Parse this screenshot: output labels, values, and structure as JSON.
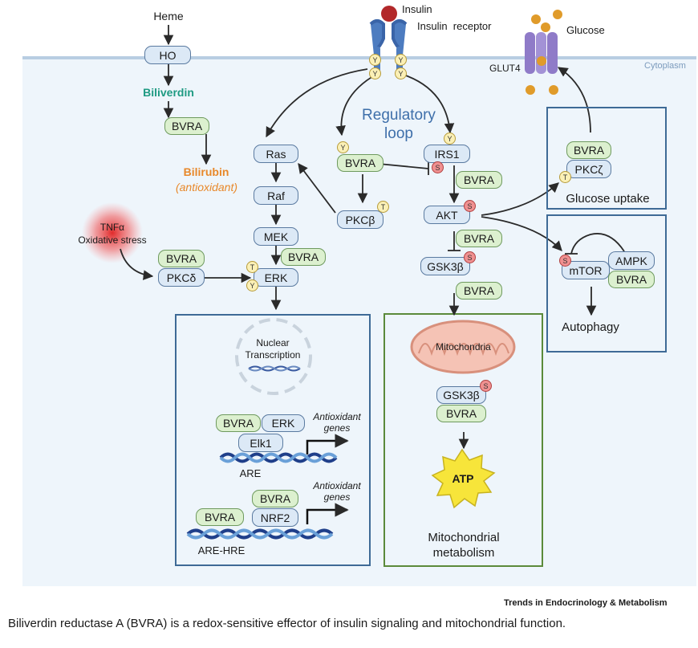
{
  "compartment": "Cytoplasm",
  "heme_pathway": {
    "heme": "Heme",
    "ho": "HO",
    "biliverdin": "Biliverdin",
    "bvra": "BVRA",
    "bilirubin": "Bilirubin",
    "antioxidant": "(antioxidant)"
  },
  "insulin": {
    "ligand": "Insulin",
    "receptor": "Insulin  receptor",
    "phospho": "Y"
  },
  "glucose": {
    "glut4": "GLUT4",
    "glucose": "Glucose"
  },
  "regulatory_loop": "Regulatory\nloop",
  "stress": {
    "tnf": "TNFα",
    "oxidative": "Oxidative stress"
  },
  "mapk": {
    "ras": "Ras",
    "raf": "Raf",
    "mek": "MEK",
    "bvra": "BVRA",
    "erk": "ERK",
    "bvra_pkcd": "BVRA",
    "pkcd": "PKCδ"
  },
  "loop": {
    "bvra": "BVRA",
    "pkcb": "PKCβ"
  },
  "insulin_signaling": {
    "irs1": "IRS1",
    "bvra_irs1": "BVRA",
    "akt": "AKT",
    "bvra_akt": "BVRA",
    "gsk3b": "GSK3β",
    "bvra_gsk": "BVRA"
  },
  "glucose_uptake_panel": {
    "bvra": "BVRA",
    "pkcz": "PKCζ",
    "label": "Glucose uptake"
  },
  "autophagy_panel": {
    "mtor": "mTOR",
    "ampk": "AMPK",
    "bvra": "BVRA",
    "label": "Autophagy"
  },
  "nuclear_panel": {
    "nuclear_transcription": "Nuclear\nTranscription",
    "bvra": "BVRA",
    "erk": "ERK",
    "elk1": "Elk1",
    "antioxidant_genes": "Antioxidant\ngenes",
    "are": "ARE",
    "bvra_nrf2": "BVRA",
    "nrf2": "NRF2",
    "bvra_arehre": "BVRA",
    "are_hre": "ARE-HRE"
  },
  "mito_panel": {
    "mitochondria": "Mitochondria",
    "gsk3b": "GSK3β",
    "bvra": "BVRA",
    "atp": "ATP",
    "label": "Mitochondrial\nmetabolism"
  },
  "phospho": {
    "s": "S",
    "t": "T",
    "y": "Y"
  },
  "journal": "Trends in Endocrinology & Metabolism",
  "caption": "Biliverdin reductase A (BVRA) is a redox-sensitive effector of insulin signaling and mitochondrial function.",
  "colors": {
    "cytoplasm_bg": "#eef5fb",
    "panel_border": "#3e6a96",
    "mito_border": "#5b8a3a",
    "biliverdin": "#1e9a82",
    "bilirubin": "#e8882a",
    "regulatory_loop": "#3e6faa",
    "node_blue": "#dce9f6",
    "node_green": "#dcf0cf",
    "atp": "#f7e53a"
  }
}
